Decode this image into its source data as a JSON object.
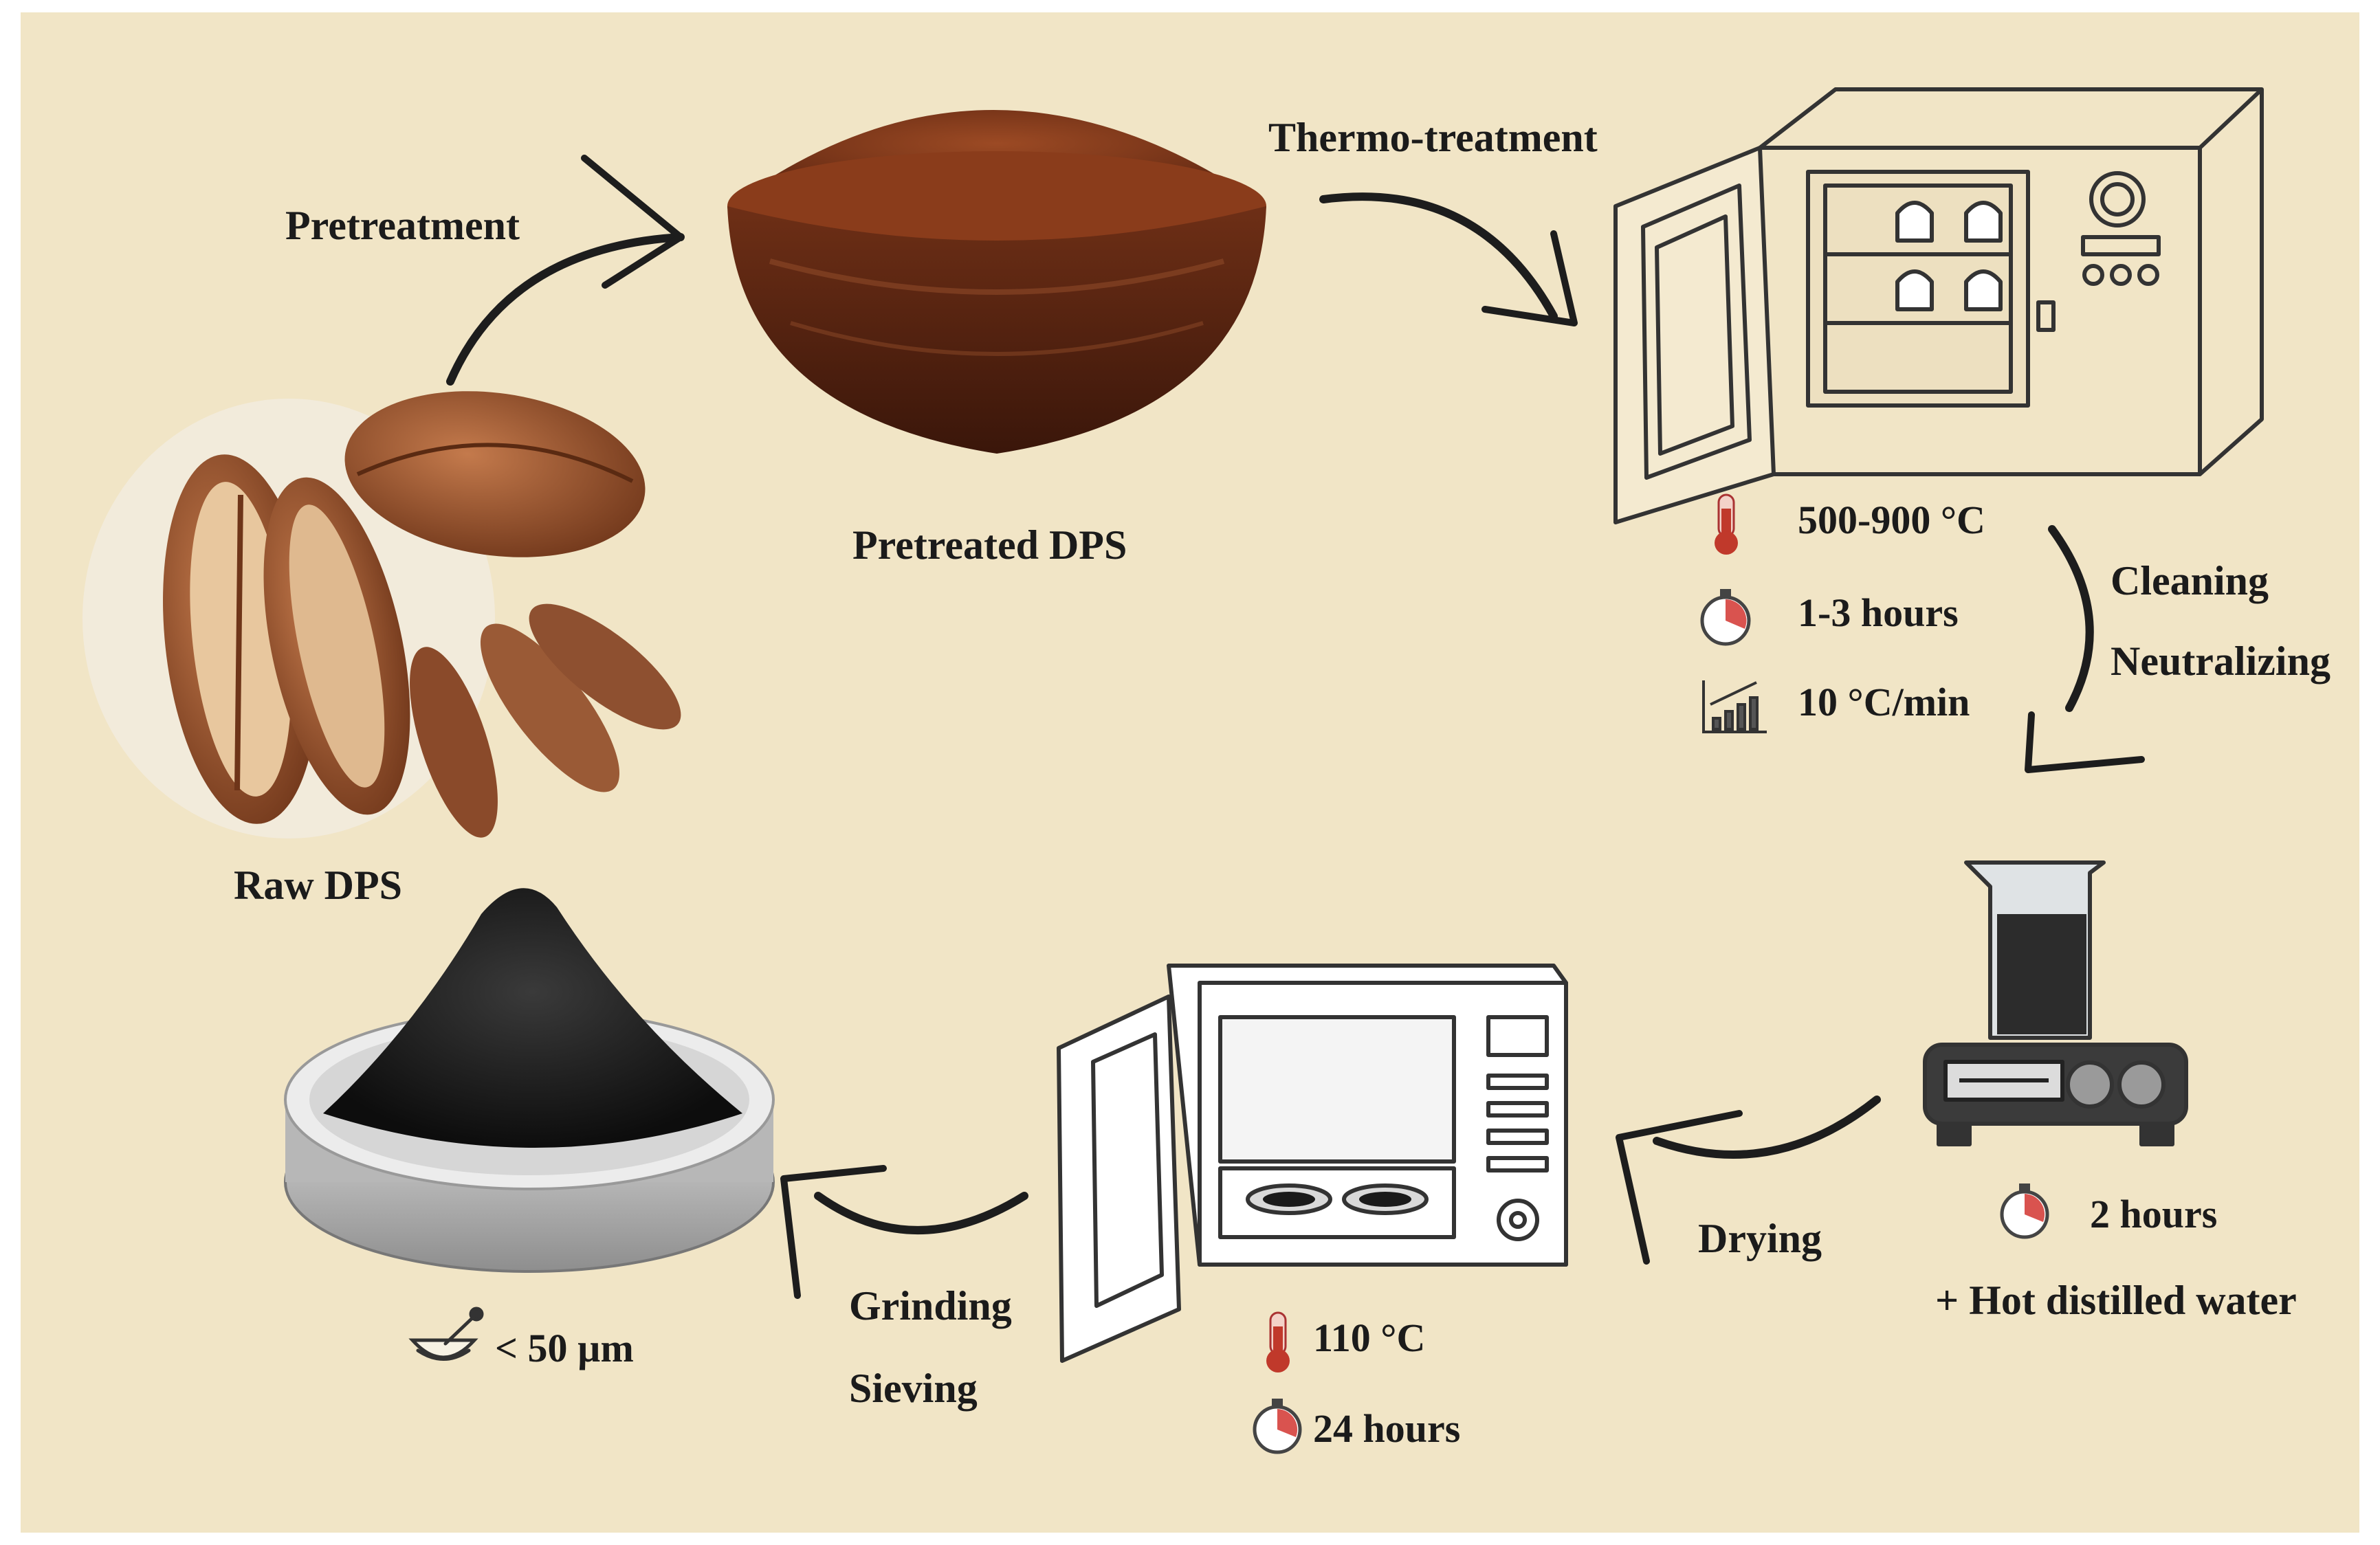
{
  "diagram": {
    "background_color": "#f1e5c6",
    "accent_colors": {
      "raw_seed": "#8b4a2b",
      "pretreated_powder": "#7a3517",
      "carbon_powder": "#1a1a1a",
      "thermometer_red": "#c0392b"
    },
    "stages": {
      "raw": {
        "label": "Raw DPS"
      },
      "pretreated": {
        "label": "Pretreated DPS"
      },
      "furnace": {
        "conditions": [
          {
            "icon": "thermometer-icon",
            "text": "500-900 °C"
          },
          {
            "icon": "stopwatch-icon",
            "text": "1-3 hours"
          },
          {
            "icon": "heating-rate-icon",
            "text": "10 °C/min"
          }
        ]
      },
      "washing": {
        "conditions": [
          {
            "icon": "stopwatch-icon",
            "text": "2 hours"
          }
        ],
        "note": "+ Hot distilled water"
      },
      "oven": {
        "conditions": [
          {
            "icon": "thermometer-icon",
            "text": "110 °C"
          },
          {
            "icon": "stopwatch-icon",
            "text": "24 hours"
          }
        ]
      },
      "product": {
        "icon": "mortar-pestle-icon",
        "size_text": "< 50 µm"
      }
    },
    "arrows": {
      "pretreatment": "Pretreatment",
      "thermo": "Thermo-treatment",
      "cleaning": [
        "Cleaning",
        "Neutralizing"
      ],
      "drying": "Drying",
      "grinding": [
        "Grinding",
        "Sieving"
      ]
    }
  }
}
